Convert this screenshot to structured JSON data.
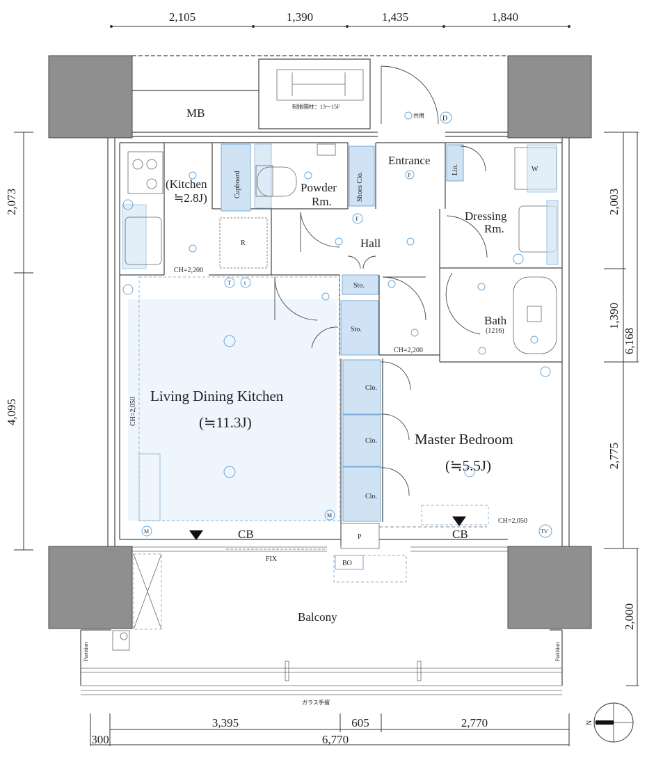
{
  "dimensions": {
    "top": [
      "2,105",
      "1,390",
      "1,435",
      "1,840"
    ],
    "left": [
      "2,073",
      "4,095"
    ],
    "right": [
      "2,003",
      "1,390",
      "2,775",
      "2,000"
    ],
    "right_total": "6,168",
    "bottom": [
      "3,395",
      "605",
      "2,770"
    ],
    "bottom_offset": "300",
    "bottom_total": "6,770"
  },
  "rooms": {
    "mb": "MB",
    "kitchen_line1": "(Kitchen",
    "kitchen_line2": "≒2.8J)",
    "cupboard": "Cupboard",
    "powder_line1": "Powder",
    "powder_line2": "Rm.",
    "shoes_clo": "Shoes Clo.",
    "entrance": "Entrance",
    "lin": "Lin.",
    "w": "W",
    "dressing_line1": "Dressing",
    "dressing_line2": "Rm.",
    "hall": "Hall",
    "r": "R",
    "sto1": "Sto.",
    "sto2": "Sto.",
    "bath": "Bath",
    "bath_size": "(1216)",
    "ldk": "Living Dining Kitchen",
    "ldk_size": "(≒11.3J)",
    "clo1": "Clo.",
    "clo2": "Clo.",
    "clo3": "Clo.",
    "master": "Master Bedroom",
    "master_size": "(≒5.5J)",
    "cb1": "CB",
    "cb2": "CB",
    "p": "P",
    "fix": "FIX",
    "bo": "BO",
    "balcony": "Balcony",
    "partition1": "Partition",
    "partition2": "Partition",
    "glass": "ガラス手摺"
  },
  "notes": {
    "ch_kitchen": "CH=2,200",
    "ch_bath": "CH=2,200",
    "ch_ldk": "CH=2,050",
    "ch_master": "CH=2,050",
    "damper": "制振間柱：13〜15F",
    "shared": "共用"
  },
  "symbols": {
    "d": "D",
    "p": "P",
    "f": "F",
    "t1": "T",
    "t2": "t",
    "m1": "M",
    "m2": "M",
    "tv": "TV",
    "north": "N"
  }
}
